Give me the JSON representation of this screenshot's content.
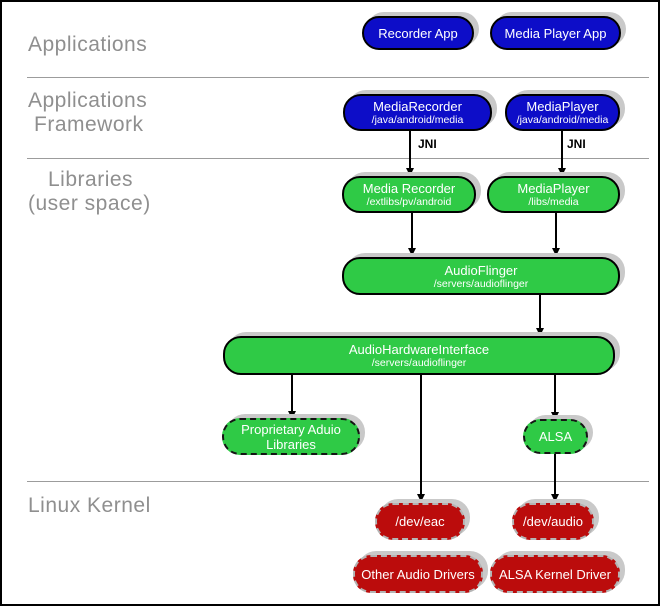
{
  "colors": {
    "app_blue": "#0d0dc8",
    "lib_green": "#2fca46",
    "kernel_red": "#bb0c0c",
    "shadow_gray": "#c9c9c9",
    "section_label_gray": "#8f8f8f"
  },
  "sections": {
    "applications": {
      "line1": "Applications"
    },
    "framework": {
      "line1": "Applications",
      "line2": "Framework"
    },
    "libraries": {
      "line1": "Libraries",
      "line2": "(user space)"
    },
    "kernel": {
      "line1": "Linux Kernel"
    }
  },
  "edges": {
    "jni": "JNI"
  },
  "nodes": {
    "recorder_app": {
      "title": "Recorder App"
    },
    "media_player_app": {
      "title": "Media Player App"
    },
    "media_recorder_fw": {
      "title": "MediaRecorder",
      "subtitle": "/java/android/media"
    },
    "media_player_fw": {
      "title": "MediaPlayer",
      "subtitle": "/java/android/media"
    },
    "media_recorder_lib": {
      "title": "Media Recorder",
      "subtitle": "/extlibs/pv/android"
    },
    "media_player_lib": {
      "title": "MediaPlayer",
      "subtitle": "/libs/media"
    },
    "audioflinger": {
      "title": "AudioFlinger",
      "subtitle": "/servers/audioflinger"
    },
    "audio_hardware_interface": {
      "title": "AudioHardwareInterface",
      "subtitle": "/servers/audioflinger"
    },
    "proprietary_audio_libraries": {
      "title": "Proprietary Aduio Libraries"
    },
    "alsa": {
      "title": "ALSA"
    },
    "dev_eac": {
      "title": "/dev/eac"
    },
    "dev_audio": {
      "title": "/dev/audio"
    },
    "other_audio_drivers": {
      "title": "Other Audio Drivers"
    },
    "alsa_kernel_driver": {
      "title": "ALSA Kernel Driver"
    }
  }
}
